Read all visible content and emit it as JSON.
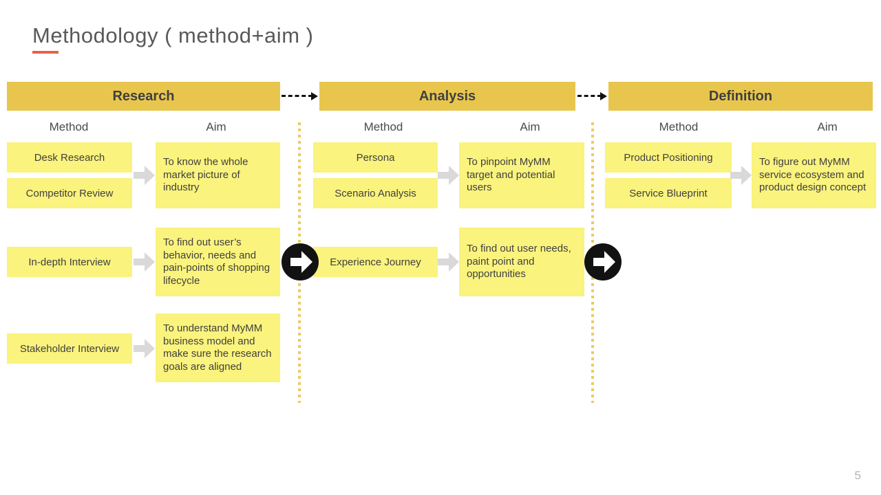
{
  "title": "Methodology ( method+aim )",
  "page_number": "5",
  "colors": {
    "header_gold": "#E8C64E",
    "note_yellow": "#FAF37D",
    "text_dark": "#3F3F3F",
    "title_gray": "#58595B",
    "underline_red": "#E8604C",
    "arrow_gray": "#D9D9D9",
    "dotted_gold": "#EBCB5E",
    "connector_black": "#121212",
    "page_gray": "#B3B3B3"
  },
  "icons": {
    "phase_connector": "arrow-right-in-black-circle",
    "method_to_aim": "gray-block-arrow-right",
    "phase_flow": "black-dashed-arrow-right"
  },
  "phases": [
    {
      "name": "Research",
      "method_label": "Method",
      "aim_label": "Aim",
      "rows": [
        {
          "methods": [
            "Desk Research",
            "Competitor Review"
          ],
          "aim": "To know the whole market picture of industry"
        },
        {
          "methods": [
            "In-depth Interview"
          ],
          "aim": "To find out user’s behavior, needs and pain-points of shopping lifecycle"
        },
        {
          "methods": [
            "Stakeholder Interview"
          ],
          "aim": "To understand MyMM business model and make sure the research goals are aligned"
        }
      ]
    },
    {
      "name": "Analysis",
      "method_label": "Method",
      "aim_label": "Aim",
      "rows": [
        {
          "methods": [
            "Persona",
            "Scenario Analysis"
          ],
          "aim": "To pinpoint MyMM target and potential users"
        },
        {
          "methods": [
            "Experience Journey"
          ],
          "aim": "To find out user needs, paint point and opportunities"
        }
      ]
    },
    {
      "name": "Definition",
      "method_label": "Method",
      "aim_label": "Aim",
      "rows": [
        {
          "methods": [
            "Product Positioning",
            "Service Blueprint"
          ],
          "aim": "To figure out MyMM service ecosystem and product design concept"
        }
      ]
    }
  ]
}
